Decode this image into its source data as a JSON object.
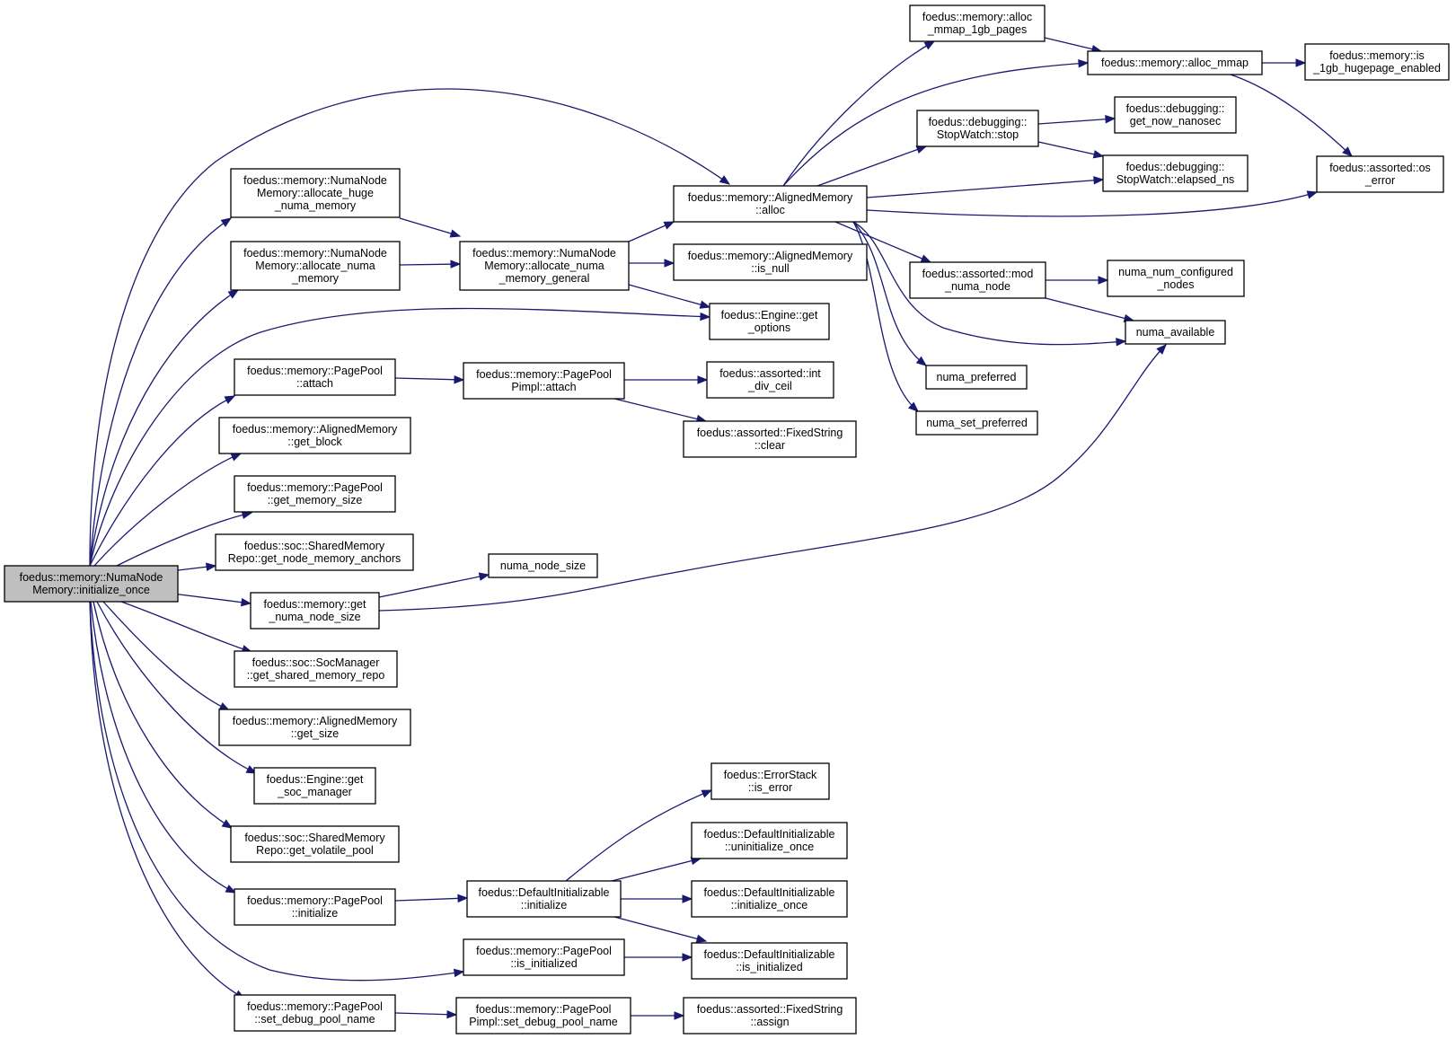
{
  "colors": {
    "edge": "#191970",
    "root_fill": "#bfbfbf",
    "node_fill": "#ffffff",
    "node_border": "#000000"
  },
  "nodes": [
    {
      "id": "initialize_once",
      "lines": [
        "foedus::memory::NumaNode",
        "Memory::initialize_once"
      ],
      "root": true
    },
    {
      "id": "allocate_huge",
      "lines": [
        "foedus::memory::NumaNode",
        "Memory::allocate_huge",
        "_numa_memory"
      ]
    },
    {
      "id": "allocate_numa",
      "lines": [
        "foedus::memory::NumaNode",
        "Memory::allocate_numa",
        "_memory"
      ]
    },
    {
      "id": "alloc_general",
      "lines": [
        "foedus::memory::NumaNode",
        "Memory::allocate_numa",
        "_memory_general"
      ]
    },
    {
      "id": "am_alloc",
      "lines": [
        "foedus::memory::AlignedMemory",
        "::alloc"
      ]
    },
    {
      "id": "am_is_null",
      "lines": [
        "foedus::memory::AlignedMemory",
        "::is_null"
      ]
    },
    {
      "id": "engine_get_options",
      "lines": [
        "foedus::Engine::get",
        "_options"
      ]
    },
    {
      "id": "alloc_mmap_1gb",
      "lines": [
        "foedus::memory::alloc",
        "_mmap_1gb_pages"
      ]
    },
    {
      "id": "alloc_mmap",
      "lines": [
        "foedus::memory::alloc_mmap"
      ]
    },
    {
      "id": "is_1gb_enabled",
      "lines": [
        "foedus::memory::is",
        "_1gb_hugepage_enabled"
      ]
    },
    {
      "id": "sw_stop",
      "lines": [
        "foedus::debugging::",
        "StopWatch::stop"
      ]
    },
    {
      "id": "get_now_nanosec",
      "lines": [
        "foedus::debugging::",
        "get_now_nanosec"
      ]
    },
    {
      "id": "sw_elapsed",
      "lines": [
        "foedus::debugging::",
        "StopWatch::elapsed_ns"
      ]
    },
    {
      "id": "os_error",
      "lines": [
        "foedus::assorted::os",
        "_error"
      ]
    },
    {
      "id": "mod_numa_node",
      "lines": [
        "foedus::assorted::mod",
        "_numa_node"
      ]
    },
    {
      "id": "numa_num_configured",
      "lines": [
        "numa_num_configured",
        "_nodes"
      ]
    },
    {
      "id": "numa_available",
      "lines": [
        "numa_available"
      ]
    },
    {
      "id": "numa_preferred",
      "lines": [
        "numa_preferred"
      ]
    },
    {
      "id": "numa_set_preferred",
      "lines": [
        "numa_set_preferred"
      ]
    },
    {
      "id": "pp_attach",
      "lines": [
        "foedus::memory::PagePool",
        "::attach"
      ]
    },
    {
      "id": "ppi_attach",
      "lines": [
        "foedus::memory::PagePool",
        "Pimpl::attach"
      ]
    },
    {
      "id": "int_div_ceil",
      "lines": [
        "foedus::assorted::int",
        "_div_ceil"
      ]
    },
    {
      "id": "fs_clear",
      "lines": [
        "foedus::assorted::FixedString",
        "::clear"
      ]
    },
    {
      "id": "am_get_block",
      "lines": [
        "foedus::memory::AlignedMemory",
        "::get_block"
      ]
    },
    {
      "id": "pp_get_memory_size",
      "lines": [
        "foedus::memory::PagePool",
        "::get_memory_size"
      ]
    },
    {
      "id": "smr_get_anchors",
      "lines": [
        "foedus::soc::SharedMemory",
        "Repo::get_node_memory_anchors"
      ]
    },
    {
      "id": "numa_node_size",
      "lines": [
        "numa_node_size"
      ]
    },
    {
      "id": "get_numa_node_size",
      "lines": [
        "foedus::memory::get",
        "_numa_node_size"
      ]
    },
    {
      "id": "socm_get_repo",
      "lines": [
        "foedus::soc::SocManager",
        "::get_shared_memory_repo"
      ]
    },
    {
      "id": "am_get_size",
      "lines": [
        "foedus::memory::AlignedMemory",
        "::get_size"
      ]
    },
    {
      "id": "engine_get_soc",
      "lines": [
        "foedus::Engine::get",
        "_soc_manager"
      ]
    },
    {
      "id": "smr_get_volatile",
      "lines": [
        "foedus::soc::SharedMemory",
        "Repo::get_volatile_pool"
      ]
    },
    {
      "id": "es_is_error",
      "lines": [
        "foedus::ErrorStack",
        "::is_error"
      ]
    },
    {
      "id": "di_uninit_once",
      "lines": [
        "foedus::DefaultInitializable",
        "::uninitialize_once"
      ]
    },
    {
      "id": "di_initialize",
      "lines": [
        "foedus::DefaultInitializable",
        "::initialize"
      ]
    },
    {
      "id": "di_init_once",
      "lines": [
        "foedus::DefaultInitializable",
        "::initialize_once"
      ]
    },
    {
      "id": "pp_initialize",
      "lines": [
        "foedus::memory::PagePool",
        "::initialize"
      ]
    },
    {
      "id": "pp_is_initialized",
      "lines": [
        "foedus::memory::PagePool",
        "::is_initialized"
      ]
    },
    {
      "id": "di_is_initialized",
      "lines": [
        "foedus::DefaultInitializable",
        "::is_initialized"
      ]
    },
    {
      "id": "pp_set_debug",
      "lines": [
        "foedus::memory::PagePool",
        "::set_debug_pool_name"
      ]
    },
    {
      "id": "ppi_set_debug",
      "lines": [
        "foedus::memory::PagePool",
        "Pimpl::set_debug_pool_name"
      ]
    },
    {
      "id": "fs_assign",
      "lines": [
        "foedus::assorted::FixedString",
        "::assign"
      ]
    }
  ]
}
